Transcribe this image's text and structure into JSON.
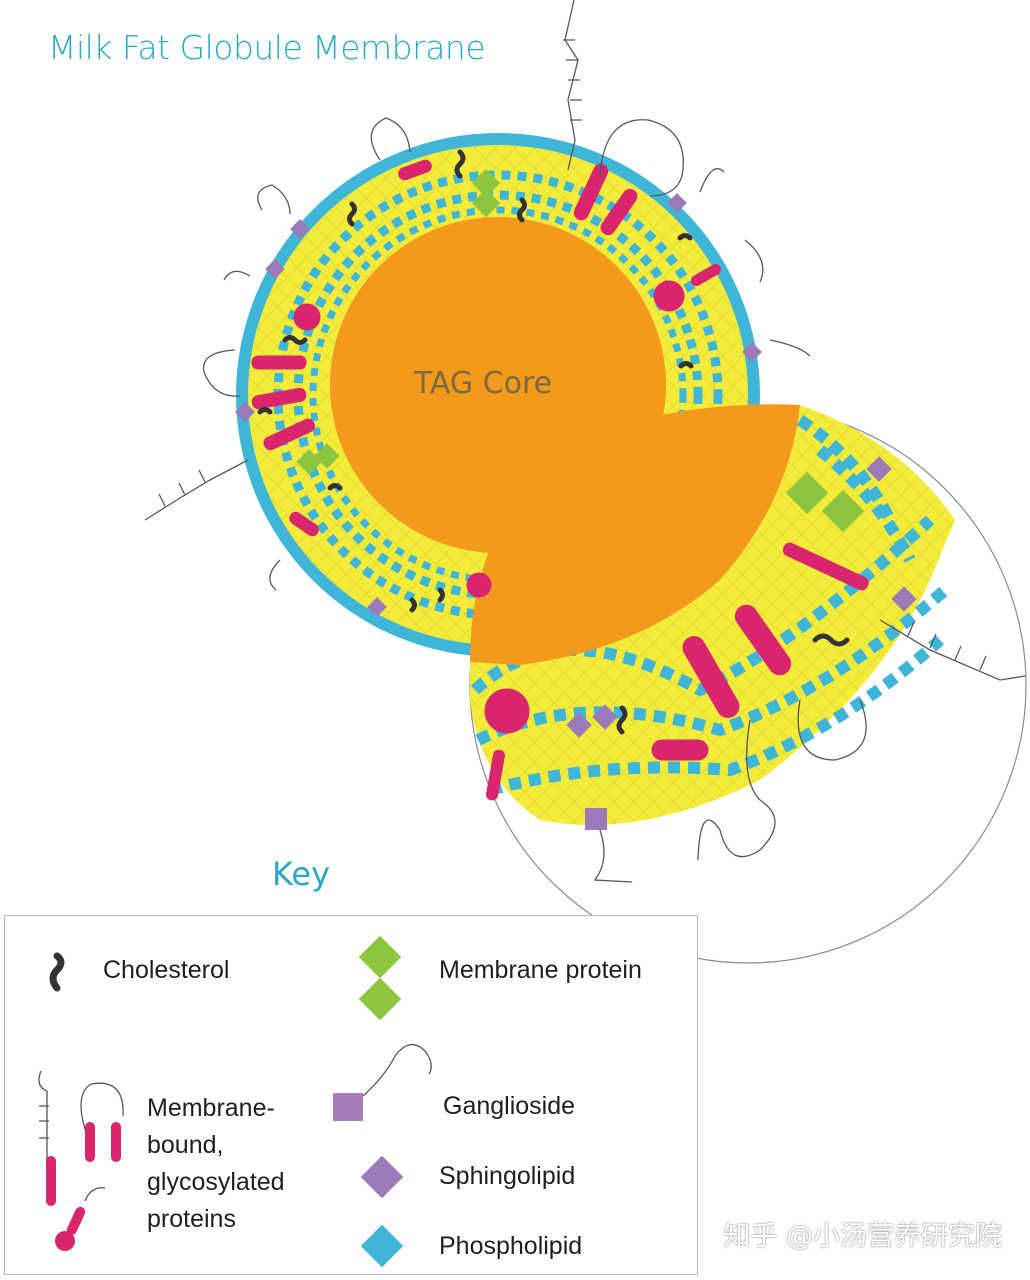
{
  "title": "Milk Fat Globule Membrane",
  "core_label": "TAG Core",
  "key": {
    "title": "Key",
    "items": {
      "cholesterol": "Cholesterol",
      "membrane_protein": "Membrane protein",
      "membrane_bound_line1": "Membrane-",
      "membrane_bound_line2": "bound,",
      "membrane_bound_line3": "glycosylated",
      "membrane_bound_line4": "proteins",
      "ganglioside": "Ganglioside",
      "sphingolipid": "Sphingolipid",
      "phospholipid": "Phospholipid"
    }
  },
  "watermark": "知乎 @小汤营养研究院",
  "colors": {
    "title": "#2aa9c4",
    "core": "#f39a1c",
    "membrane_yellow": "#f4ec3a",
    "phospholipid": "#3fb6d8",
    "sphingolipid": "#9b7ab8",
    "ganglioside": "#a47cb8",
    "protein_magenta": "#d8256e",
    "membrane_protein": "#8cc63f",
    "cholesterol": "#333333"
  }
}
